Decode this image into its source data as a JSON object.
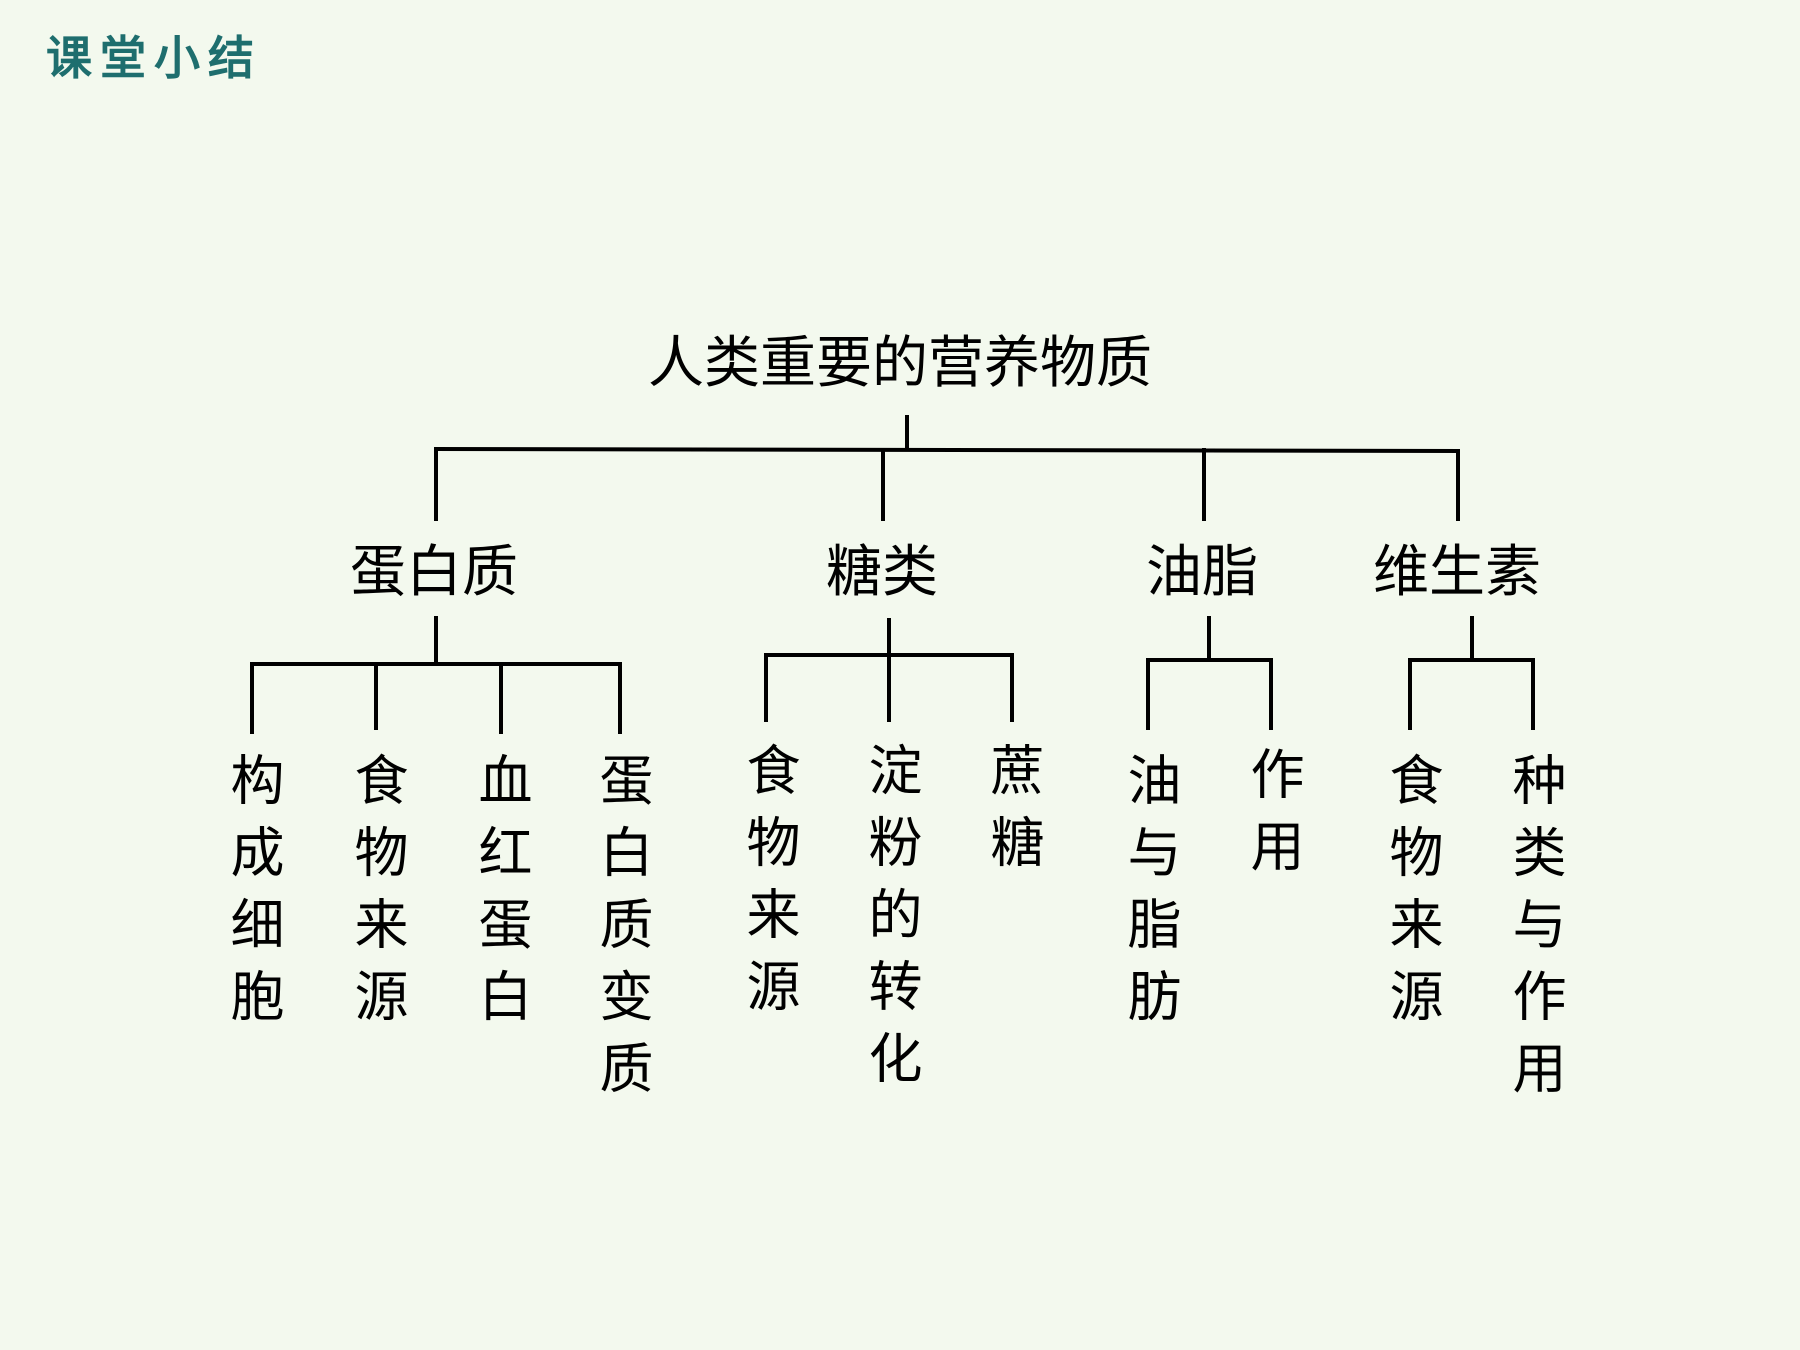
{
  "header": {
    "title": "课堂小结"
  },
  "diagram": {
    "root": "人类重要的营养物质",
    "categories": [
      {
        "label": "蛋白质",
        "children": [
          "构成细胞",
          "食物来源",
          "血红蛋白",
          "蛋白质变质"
        ]
      },
      {
        "label": "糖类",
        "children": [
          "食物来源",
          "淀粉的转化",
          "蔗糖"
        ]
      },
      {
        "label": "油脂",
        "children": [
          "油与脂肪",
          "作用"
        ]
      },
      {
        "label": "维生素",
        "children": [
          "食物来源",
          "种类与作用"
        ]
      }
    ]
  },
  "colors": {
    "background": "#f3f9ee",
    "header": "#1e6e6e",
    "lines": "#000000",
    "text": "#000000"
  }
}
